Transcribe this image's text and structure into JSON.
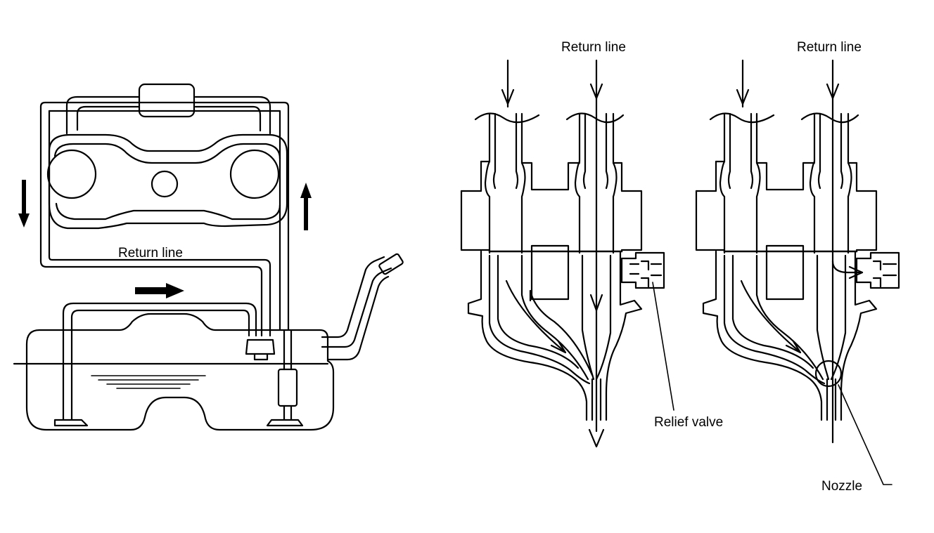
{
  "labels": {
    "return_line_left": "Return line",
    "return_line_mid": "Return line",
    "return_line_right": "Return line",
    "relief_valve": "Relief valve",
    "nozzle": "Nozzle"
  }
}
